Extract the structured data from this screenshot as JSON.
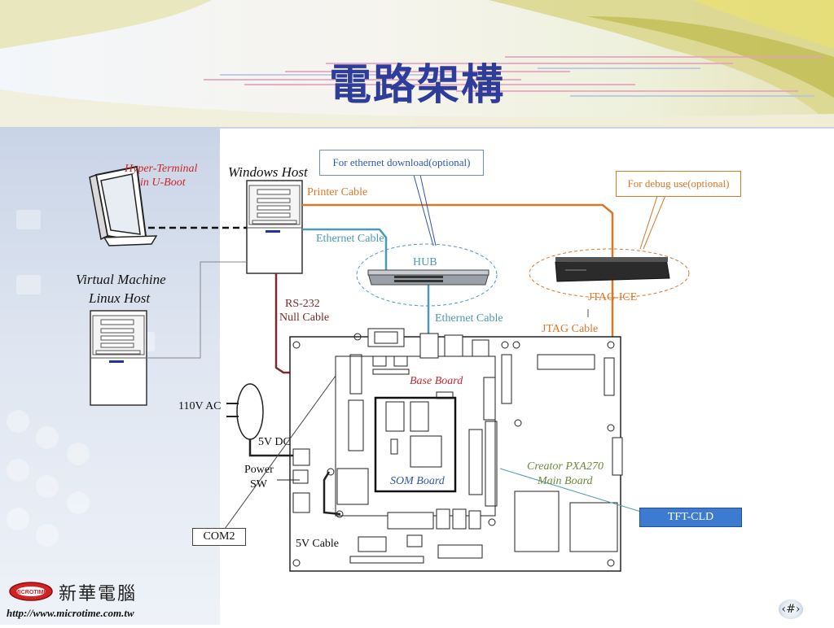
{
  "slide": {
    "title": "電路架構",
    "company_name": "新華電腦",
    "logo_badge_text": "MICROTIME",
    "url": "http://www.microtime.com.tw",
    "page_number": "‹#›"
  },
  "labels": {
    "hyper_terminal_1": "Hyper-Terminal",
    "hyper_terminal_2": "in U-Boot",
    "windows_host": "Windows Host",
    "vm_1": "Virtual Machine",
    "vm_2": "Linux Host",
    "printer_cable": "Printer Cable",
    "ethernet_cable_top": "Ethernet Cable",
    "hub": "HUB",
    "rs232_1": "RS-232",
    "rs232_2": "Null Cable",
    "ethernet_cable_mid": "Ethernet Cable",
    "jtag_ice": "JTAG-ICE",
    "jtag_cable": "JTAG Cable",
    "base_board": "Base Board",
    "som_board": "SOM Board",
    "creator_1": "Creator PXA270",
    "creator_2": "Main Board",
    "ac": "110V AC",
    "dc": "5V DC",
    "power_1": "Power",
    "power_2": "SW",
    "com2": "COM2",
    "five_v_cable": "5V Cable",
    "tft": "TFT-CLD"
  },
  "callouts": {
    "ethernet_download": "For ethernet download(optional)",
    "debug_use": "For debug use(optional)"
  },
  "colors": {
    "title": "#2e3d9a",
    "printer_cable": "#d9772a",
    "ethernet_cable": "#4a9ab5",
    "rs232_cable": "#7a2a2a",
    "hyper_terminal": "#c8282c",
    "callout_ethernet": "#2f58a8",
    "callout_debug": "#d9772a",
    "creator": "#6b8a3a",
    "som": "#2f58a8",
    "tft_fill": "#3c7bd0"
  }
}
